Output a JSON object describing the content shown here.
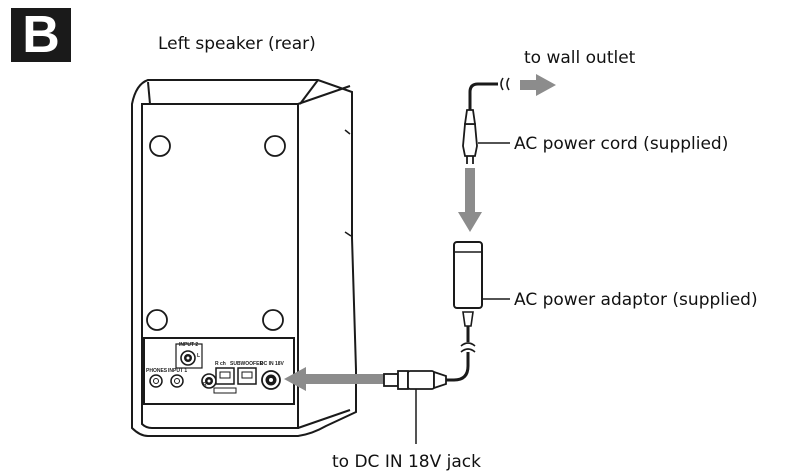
{
  "section_badge": "B",
  "labels": {
    "speaker_title": "Left speaker (rear)",
    "wall_outlet": "to wall outlet",
    "power_cord": "AC power cord (supplied)",
    "power_adaptor": "AC power adaptor (supplied)",
    "dc_jack": "to DC IN 18V jack"
  },
  "panel_labels": {
    "input2": "INPUT 2",
    "l": "L",
    "r": "R",
    "phones": "PHONES",
    "input1": "INPUT 1",
    "rch": "R ch",
    "subwoofer": "SUBWOOFER",
    "dcin": "DC IN 18V"
  },
  "colors": {
    "arrow": "#8c8c8c",
    "ink": "#1a1a1a"
  }
}
